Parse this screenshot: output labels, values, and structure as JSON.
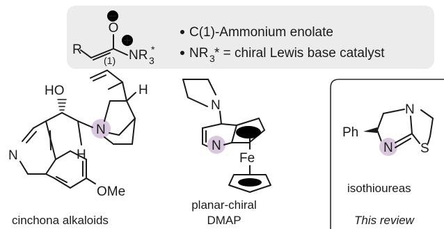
{
  "header": {
    "bullets": [
      "C(1)-Ammonium enolate",
      "NR",
      "3",
      "* = chiral Lewis base catalyst"
    ],
    "atoms": {
      "R": "R",
      "O": "O",
      "N": "NR",
      "sub": "3",
      "star": "*",
      "position": "(1)"
    }
  },
  "structures": [
    {
      "caption": "cinchona alkaloids",
      "labels": [
        "HO",
        "H",
        "H",
        "N",
        "N",
        "OMe"
      ]
    },
    {
      "caption_lines": [
        "planar-chiral",
        "DMAP"
      ],
      "labels": [
        "N",
        "N",
        "Fe"
      ]
    },
    {
      "caption": "isothioureas",
      "note": "This review",
      "labels": [
        "Ph",
        "N",
        "N",
        "S"
      ]
    }
  ]
}
